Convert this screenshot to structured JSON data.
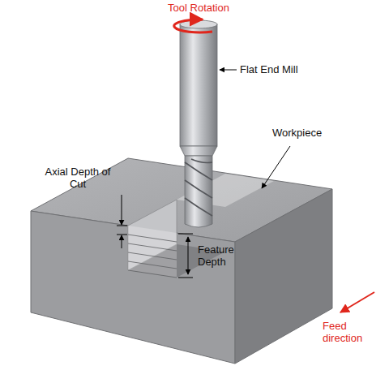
{
  "diagram": {
    "labels": [
      "Tool Rotation",
      "Flat End Mill",
      "Workpiece",
      "Axial Depth of Cut",
      "Feature Depth",
      "Feed direction"
    ]
  }
}
